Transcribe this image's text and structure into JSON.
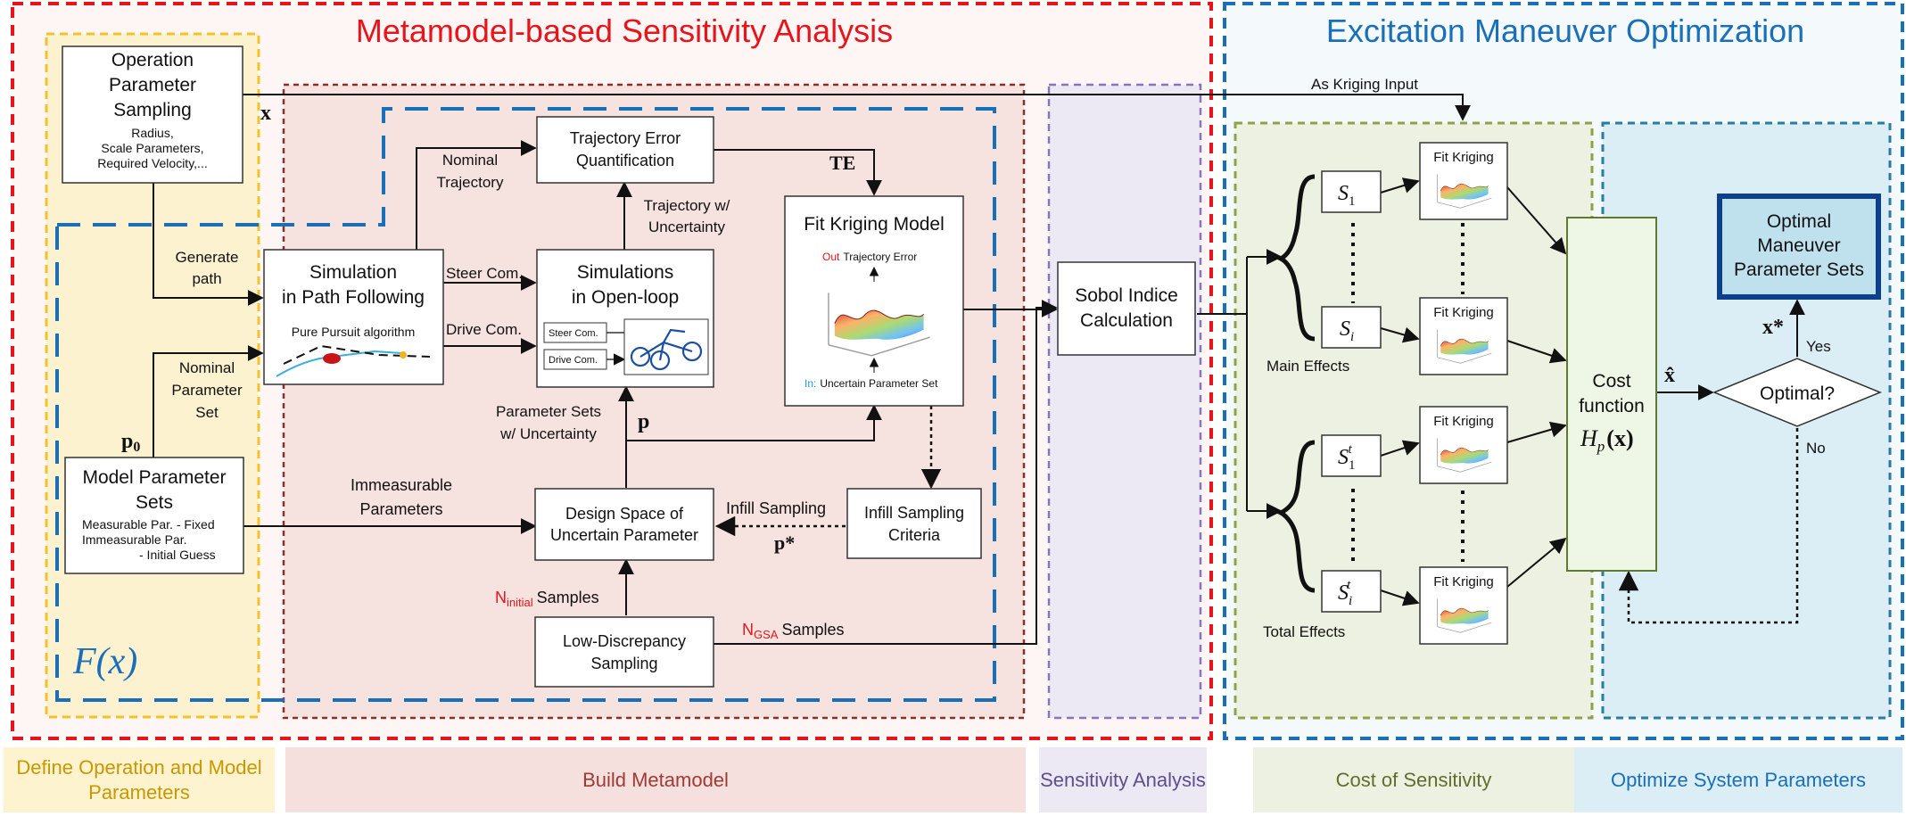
{
  "titles": {
    "left": "Metamodel-based Sensitivity Analysis",
    "right": "Excitation Maneuver Optimization"
  },
  "colors": {
    "red": "#e8141b",
    "blue": "#1a6fb9",
    "yellow": "#f2c22c",
    "maroon": "#8b2e2e",
    "purple": "#8a75b8",
    "green": "#8fa14b",
    "teal": "#2c7ba3",
    "navy": "#0c3f8e"
  },
  "boxes": {
    "op_sampling": {
      "title": [
        "Operation",
        "Parameter",
        "Sampling"
      ],
      "sub": [
        "Radius,",
        "Scale Parameters,",
        "Required Velocity,..."
      ]
    },
    "sim_path": {
      "title": [
        "Simulation",
        "in Path Following"
      ],
      "sub": "Pure Pursuit algorithm"
    },
    "traj_error": {
      "title": [
        "Trajectory Error",
        "Quantification"
      ]
    },
    "sim_open": {
      "title": [
        "Simulations",
        "in Open-loop"
      ],
      "steer": "Steer Com.",
      "drive": "Drive Com."
    },
    "fit_kriging": {
      "title": "Fit Kriging Model",
      "out_tag": "Out",
      "out_text": "Trajectory Error",
      "in_tag": "In:",
      "in_text": "Uncertain Parameter Set"
    },
    "model_params": {
      "title": [
        "Model Parameter",
        "Sets"
      ],
      "sub": [
        "Measurable Par. - Fixed",
        "Immeasurable Par.",
        "- Initial Guess"
      ]
    },
    "design_space": {
      "title": [
        "Design Space of",
        "Uncertain Parameter"
      ]
    },
    "infill": {
      "title": [
        "Infill Sampling",
        "Criteria"
      ]
    },
    "low_disc": {
      "title": [
        "Low-Discrepancy",
        "Sampling"
      ]
    },
    "sobol": {
      "title": [
        "Sobol Indice",
        "Calculation"
      ]
    },
    "cost": {
      "title": [
        "Cost",
        "function"
      ]
    },
    "optimal_sets": {
      "title": [
        "Optimal",
        "Maneuver",
        "Parameter Sets"
      ]
    },
    "optimal_decision": {
      "title": "Optimal?"
    }
  },
  "kriging_label": "Fit Kriging",
  "labels": {
    "x": "x",
    "generate_path": [
      "Generate",
      "path"
    ],
    "nominal_traj": [
      "Nominal",
      "Trajectory"
    ],
    "te": "TE",
    "traj_unc": [
      "Trajectory w/",
      "Uncertainty"
    ],
    "steer_com": "Steer Com.",
    "drive_com": "Drive Com.",
    "nominal_set": [
      "Nominal",
      "Parameter",
      "Set"
    ],
    "p0": "p",
    "p0_sub": "0",
    "param_sets_unc": [
      "Parameter Sets",
      "w/ Uncertainty"
    ],
    "p": "p",
    "immeasurable": [
      "Immeasurable",
      "Parameters"
    ],
    "infill_sampling": "Infill Sampling",
    "p_star": "p*",
    "n_initial_main": "N",
    "n_initial_sub": "initial",
    "n_initial_tail": "Samples",
    "n_gsa_main": "N",
    "n_gsa_sub": "GSA",
    "n_gsa_tail": "Samples",
    "f_x": "F(x)",
    "as_kriging_input": "As Kriging Input",
    "main_effects": "Main Effects",
    "total_effects": "Total Effects",
    "s1": "S",
    "s1_sub": "1",
    "si": "S",
    "si_sub": "i",
    "s1t": "S",
    "s1t_sub": "1",
    "s1t_sup": "t",
    "sit": "S",
    "sit_sub": "i",
    "sit_sup": "t",
    "x_hat": "x̂",
    "x_star": "x*",
    "hp": "H",
    "hp_sub": "p",
    "hp_arg": "(x)",
    "yes": "Yes",
    "no": "No"
  },
  "bottom_headers": [
    {
      "text": "Define Operation and Model Parameters",
      "color": "#c99700",
      "bg": "#fdf3cf"
    },
    {
      "text": "Build Metamodel",
      "color": "#a03a34",
      "bg": "#f6e0de"
    },
    {
      "text": "Sensitivity Analysis",
      "color": "#5d4e8c",
      "bg": "#ece8f4"
    },
    {
      "text": "Cost of Sensitivity",
      "color": "#5f6e2c",
      "bg": "#edf1e2"
    },
    {
      "text": "Optimize System Parameters",
      "color": "#1a6fb9",
      "bg": "#dceef5"
    }
  ]
}
